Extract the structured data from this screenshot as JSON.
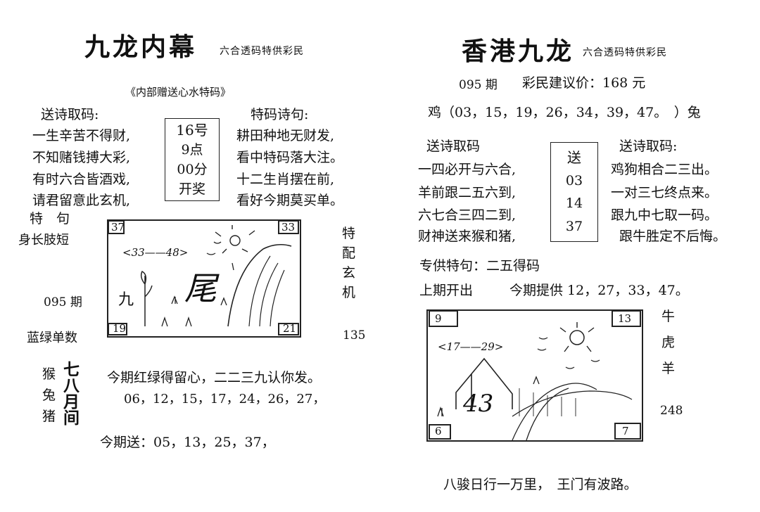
{
  "left": {
    "title": "九龙内幕",
    "subtitle": "六合透码特供彩民",
    "gift_line": "《内部赠送心水特码》",
    "poem_left_heading": "送诗取码:",
    "poem_right_heading": "特码诗句:",
    "poem_left": [
      "一生辛苦不得财,",
      "不知赌钱搏大彩,",
      "有时六合皆酒戏,",
      "请君留意此玄机,"
    ],
    "poem_right": [
      "耕田种地无财发,",
      "看中特码落大注。",
      "十二生肖摆在前,",
      "看好今期莫买单。"
    ],
    "box_lines": [
      "16号",
      "9点",
      "00分",
      "开奖"
    ],
    "te_ju": "特　句",
    "shen_chang": "身长肢短",
    "issue": "095 期",
    "lanlv": "蓝绿单数",
    "side_chars": [
      "特",
      "配",
      "玄",
      "机"
    ],
    "side_num": "135",
    "pic": {
      "tl": "37",
      "tr": "33",
      "bl": "19",
      "br": "21",
      "scribble": "<33——48>",
      "char_jiu": "九",
      "char_big": "尾"
    },
    "animals": [
      "猴",
      "兔",
      "猪"
    ],
    "months": [
      "七",
      "八",
      "月",
      "间"
    ],
    "red_green_line": "今期红绿得留心，二二三九认你发。",
    "numbers_line": "06，12，15，17，24，26，27，",
    "send_line": "今期送：05，13，25，37，"
  },
  "right": {
    "title": "香港九龙",
    "subtitle": "六合透码特供彩民",
    "issue": "095 期",
    "price": "彩民建议价：168 元",
    "rooster_line": "鸡（03，15，19，26，34，39，47。　）兔",
    "poem_left_heading": "送诗取码",
    "poem_right_heading": "送诗取码:",
    "poem_left": [
      "一四必开与六合,",
      "羊前跟二五六到,",
      "六七合三四二到,",
      "财神送来猴和猪,"
    ],
    "poem_right": [
      "鸡狗相合二三出。",
      "一对三七终点来。",
      "跟九中七取一码。",
      "跟牛胜定不后悔。"
    ],
    "box_lines": [
      "送",
      "03",
      "14",
      "37"
    ],
    "special_line": "专供特句：二五得码",
    "last_label": "上期开出",
    "this_period": "今期提供 12，27，33，47。",
    "pic": {
      "tl": "9",
      "tr": "13",
      "bl": "6",
      "br": "7",
      "scribble": "<17——29>",
      "big": "43"
    },
    "side_chars": [
      "牛",
      "虎",
      "羊"
    ],
    "side_num": "248",
    "footer": "八骏日行一万里，　王门有波路。"
  }
}
